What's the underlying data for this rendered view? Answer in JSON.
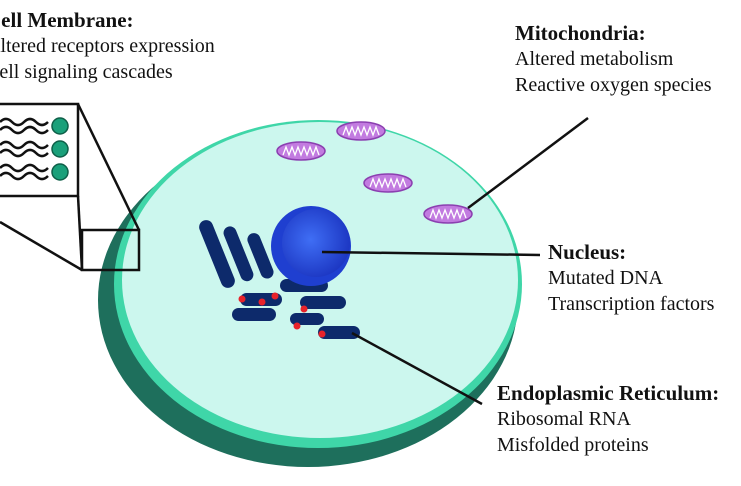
{
  "cell_membrane": {
    "title": "Cell Membrane:",
    "lines": [
      "Altered receptors expression",
      "Cell signaling cascades"
    ]
  },
  "mitochondria": {
    "title": "Mitochondria:",
    "lines": [
      "Altered metabolism",
      "Reactive oxygen species"
    ]
  },
  "nucleus": {
    "title": "Nucleus:",
    "lines": [
      "Mutated DNA",
      "Transcription factors"
    ]
  },
  "endoplasmic_reticulum": {
    "title": "Endoplasmic Reticulum:",
    "lines": [
      "Ribosomal RNA",
      "Misfolded proteins"
    ]
  },
  "colors": {
    "cytoplasm": "#ccf7ee",
    "membrane_outer": "#1e6f5c",
    "membrane_inner": "#3fd6a8",
    "nucleus": "#1f3fd0",
    "er": "#0d2a6b",
    "ribosome": "#e8232a",
    "mitochondria": "#c27be0"
  }
}
